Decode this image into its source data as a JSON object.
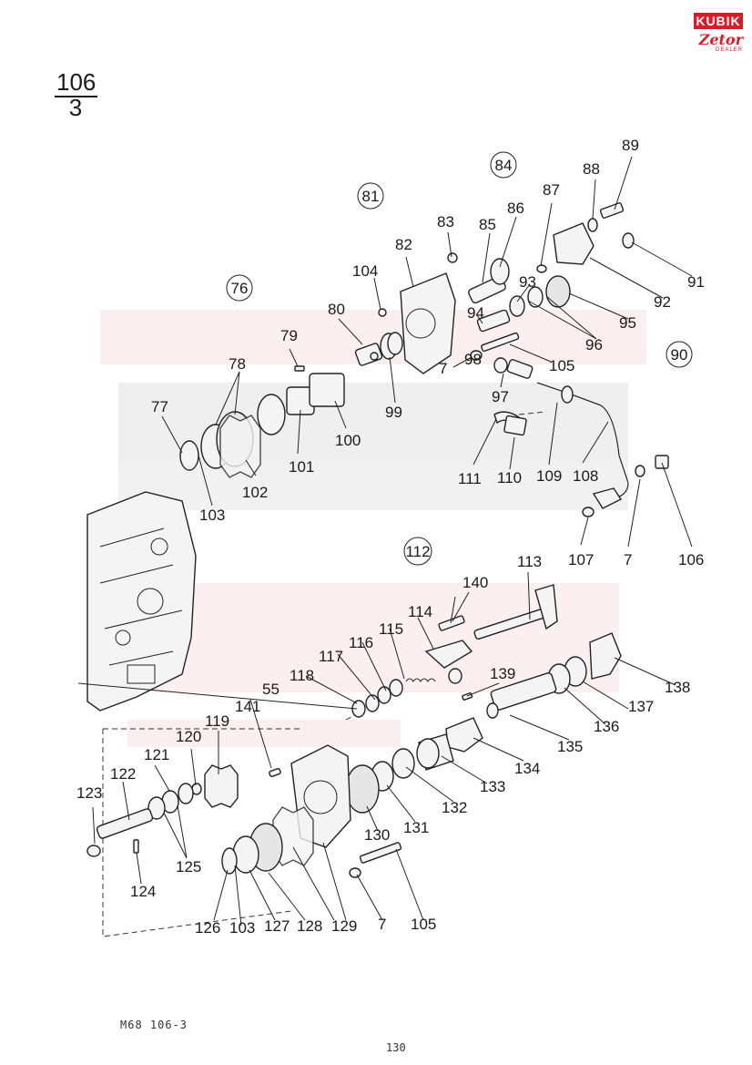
{
  "page_number": {
    "top": "106",
    "bottom": "3"
  },
  "logo": {
    "top": "KUBIK",
    "script": "Zetor",
    "sub": "DEALER"
  },
  "footer": {
    "code": "M68 106-3",
    "page": "130"
  },
  "group_labels": [
    "76",
    "81",
    "84",
    "90",
    "112"
  ],
  "part_labels": [
    "77",
    "78",
    "79",
    "80",
    "82",
    "83",
    "85",
    "86",
    "87",
    "88",
    "89",
    "91",
    "92",
    "93",
    "94",
    "95",
    "96",
    "97",
    "98",
    "99",
    "100",
    "101",
    "102",
    "103",
    "104",
    "105",
    "106",
    "107",
    "108",
    "109",
    "110",
    "111",
    "113",
    "114",
    "115",
    "116",
    "117",
    "118",
    "55",
    "119",
    "120",
    "121",
    "122",
    "123",
    "124",
    "125",
    "126",
    "127",
    "128",
    "129",
    "130",
    "131",
    "132",
    "133",
    "134",
    "135",
    "136",
    "137",
    "138",
    "139",
    "140",
    "141"
  ],
  "colors": {
    "ink": "#1a1a1a",
    "brand": "#d61e2a"
  }
}
